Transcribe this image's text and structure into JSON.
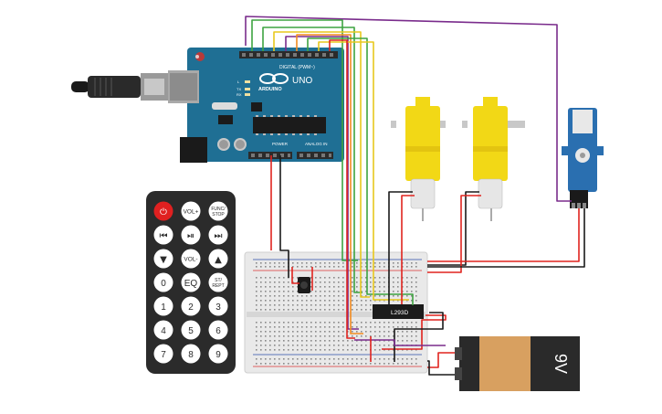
{
  "arduino": {
    "brand": "ARDUINO",
    "model": "UNO",
    "digital_header": "DIGITAL (PWM~)",
    "power_header": "POWER",
    "analog_header": "ANALOG IN",
    "leds": [
      "L",
      "TX",
      "RX"
    ],
    "colors": {
      "board": "#1f6f94",
      "chip": "#1b1b1b",
      "header": "#2b2b2b"
    }
  },
  "remote": {
    "buttons": [
      [
        "power-icon",
        "VOL+",
        "FUNC/\nSTOP"
      ],
      [
        "rewind-icon",
        "play-pause-icon",
        "fast-forward-icon"
      ],
      [
        "down-icon",
        "VOL-",
        "up-icon"
      ],
      [
        "0",
        "EQ",
        "ST/\nREPT"
      ],
      [
        "1",
        "2",
        "3"
      ],
      [
        "4",
        "5",
        "6"
      ],
      [
        "7",
        "8",
        "9"
      ]
    ],
    "colors": {
      "body": "#2b2b2b",
      "button": "#ffffff",
      "power": "#e02020"
    }
  },
  "driver_chip": {
    "label": "L293D"
  },
  "battery": {
    "label": "9V",
    "colors": {
      "body": "#2a2a2a",
      "band": "#d8a060"
    }
  },
  "motors": {
    "count": 2,
    "colors": {
      "gearbox": "#f2d816",
      "shaft": "#c8c8c8"
    }
  },
  "servo": {
    "colors": {
      "body": "#2a6fb0",
      "horn": "#e8e8e8"
    }
  },
  "wire_colors": {
    "red": "#e0241f",
    "black": "#1a1a1a",
    "green": "#3ea341",
    "yellow": "#e8c81d",
    "purple": "#7a2c8c",
    "orange": "#f28c21",
    "blue": "#3b6ed1"
  }
}
